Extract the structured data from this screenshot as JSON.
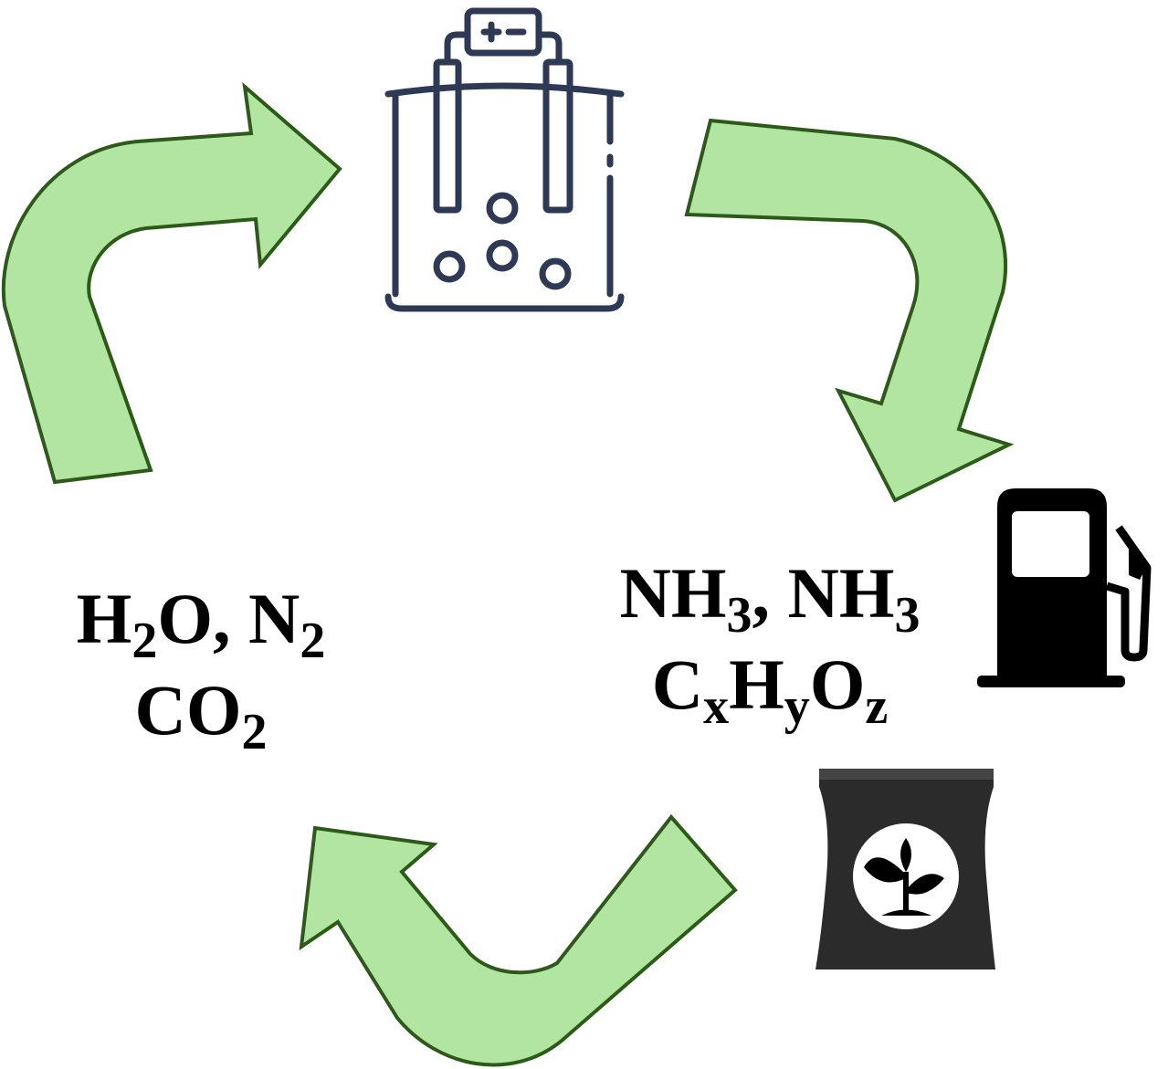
{
  "colors": {
    "arrow_fill": "#b3e5a2",
    "arrow_stroke": "#2d5a1b",
    "electrolyzer": "#2e3a55",
    "pump": "#000000",
    "bag": "#2b2b2b"
  },
  "icons": [
    "electrolyzer-icon",
    "fuel-pump-icon",
    "fertilizer-bag-icon"
  ],
  "inputs": {
    "line1": [
      {
        "t": "H"
      },
      {
        "sub": "2"
      },
      {
        "t": "O, N"
      },
      {
        "sub": "2"
      }
    ],
    "line2": [
      {
        "t": "CO"
      },
      {
        "sub": "2"
      }
    ]
  },
  "products": {
    "line1": [
      {
        "t": "NH"
      },
      {
        "sub": "3"
      },
      {
        "t": ", NH"
      },
      {
        "sub": "3"
      }
    ],
    "line2": [
      {
        "t": "C"
      },
      {
        "sub": "x"
      },
      {
        "t": "H"
      },
      {
        "sub": "y"
      },
      {
        "t": "O"
      },
      {
        "sub": "z"
      }
    ]
  }
}
